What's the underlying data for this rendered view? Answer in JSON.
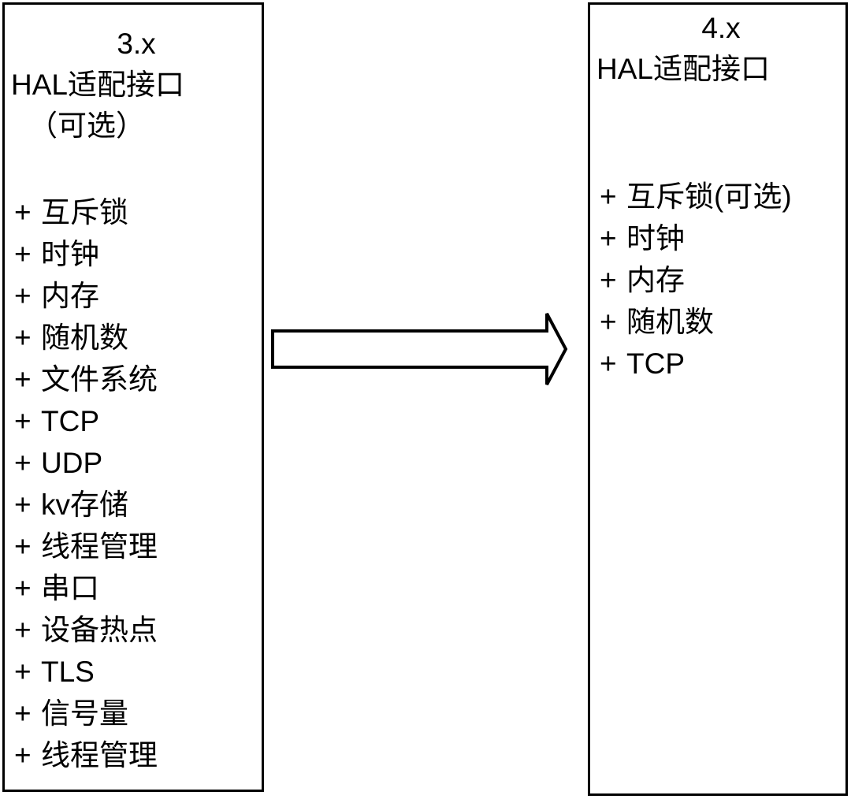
{
  "diagram": {
    "colors": {
      "background": "#ffffff",
      "stroke": "#000000",
      "text": "#000000"
    },
    "left_box": {
      "title": "3.x",
      "subtitle": "HAL适配接口",
      "note": "（可选）",
      "items": [
        {
          "bullet": "+",
          "label": "互斥锁"
        },
        {
          "bullet": "+",
          "label": "时钟"
        },
        {
          "bullet": "+",
          "label": "内存"
        },
        {
          "bullet": "+",
          "label": "随机数"
        },
        {
          "bullet": "+",
          "label": "文件系统"
        },
        {
          "bullet": "+",
          "label": "TCP"
        },
        {
          "bullet": "+",
          "label": "UDP"
        },
        {
          "bullet": "+",
          "label": "kv存储"
        },
        {
          "bullet": "+",
          "label": "线程管理"
        },
        {
          "bullet": "+",
          "label": "串口"
        },
        {
          "bullet": "+",
          "label": "设备热点"
        },
        {
          "bullet": "+",
          "label": "TLS"
        },
        {
          "bullet": "+",
          "label": "信号量"
        },
        {
          "bullet": "+",
          "label": "线程管理"
        }
      ]
    },
    "right_box": {
      "title": "4.x",
      "subtitle": "HAL适配接口",
      "items": [
        {
          "bullet": "+",
          "label": "互斥锁(可选)"
        },
        {
          "bullet": "+",
          "label": "时钟"
        },
        {
          "bullet": "+",
          "label": "内存"
        },
        {
          "bullet": "+",
          "label": "随机数"
        },
        {
          "bullet": "+",
          "label": "TCP"
        }
      ]
    }
  }
}
